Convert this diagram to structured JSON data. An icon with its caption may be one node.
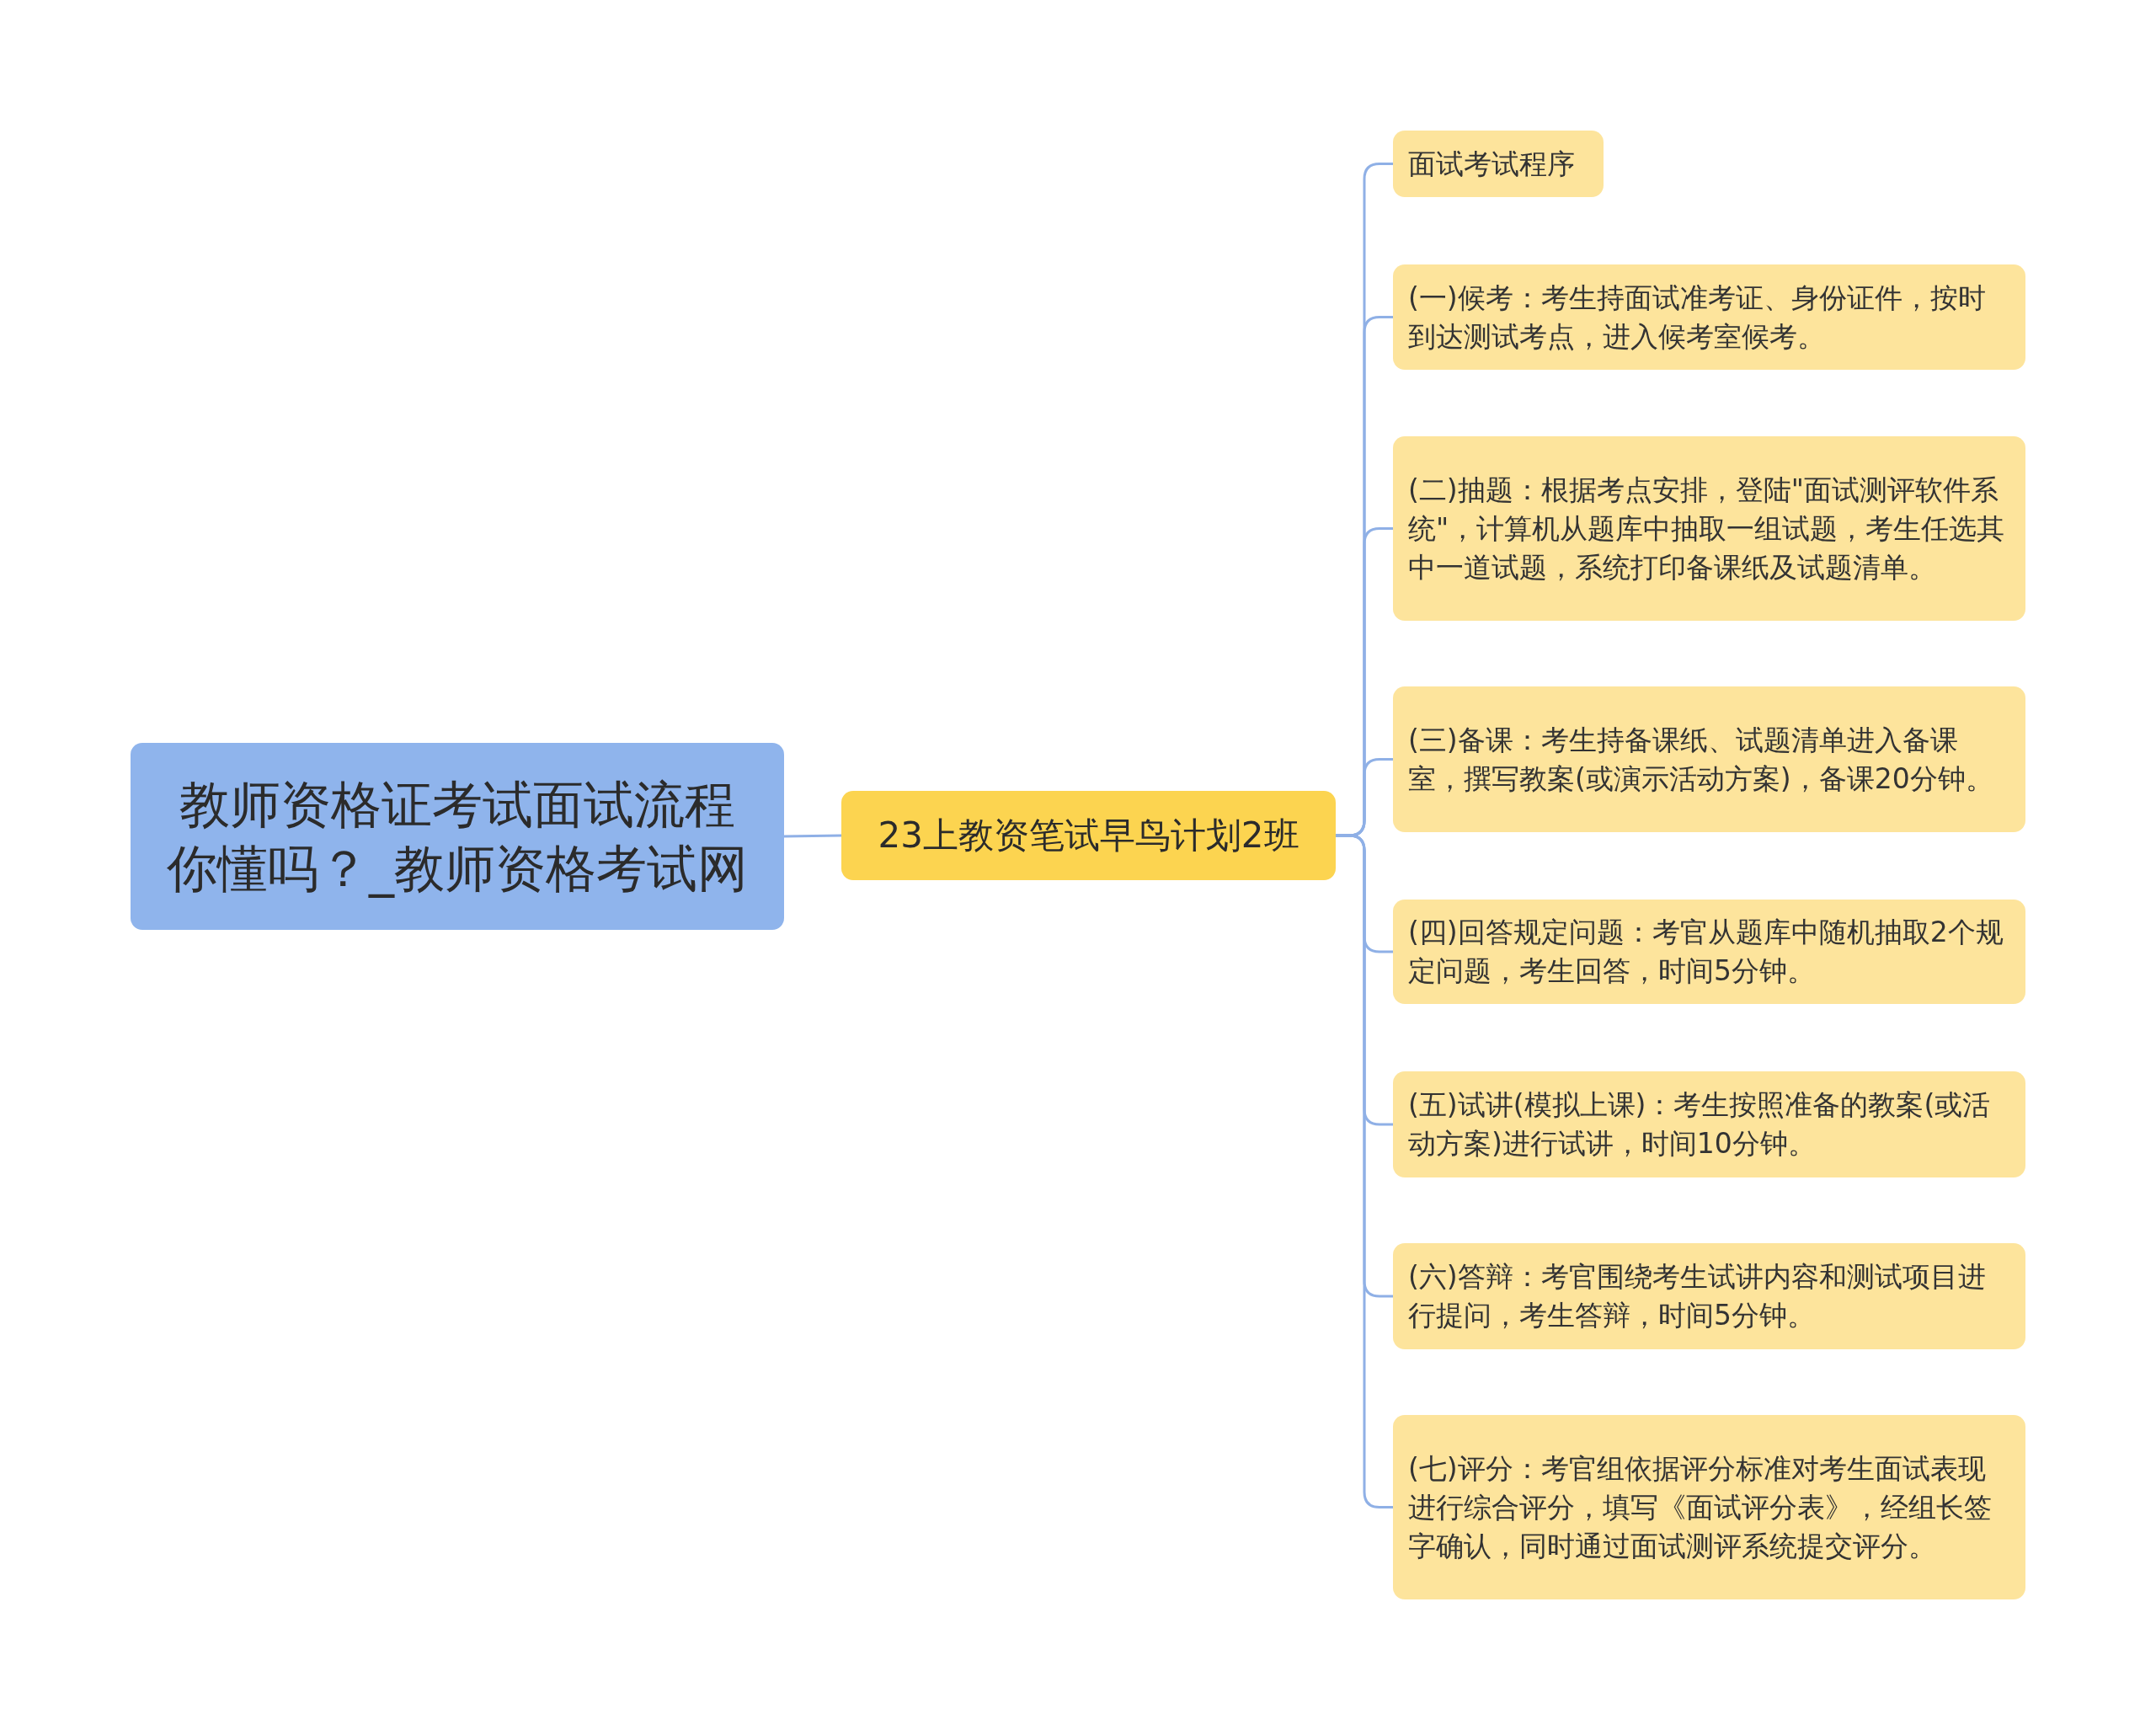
{
  "diagram": {
    "nodes": [
      {
        "text": [
          "教师资格证考试面试流程你懂吗？_教师资格考试网"
        ]
      },
      {
        "text": [
          "23上教资笔试早鸟计划2班"
        ]
      },
      {
        "text": [
          "面试考试程序"
        ]
      },
      {
        "text": [
          "(一)候考：考生持面试准考证、身份证件，按时到达测试考点，进入候考室候考。"
        ]
      },
      {
        "text": [
          "(二)抽题：根据考点安排，登陆\"面试测评软件系统\"，计算机从题库中抽取一组试题，考生任选其中一道试题，系统打印备课纸及试题清单。"
        ]
      },
      {
        "text": [
          "(三)备课：考生持备课纸、试题清单进入备课室，撰写教案(或演示活动方案)，备课20分钟。"
        ]
      },
      {
        "text": [
          "(四)回答规定问题：考官从题库中随机抽取2个规定问题，考生回答，时间5分钟。"
        ]
      },
      {
        "text": [
          "(五)试讲(模拟上课)：考生按照准备的教案(或活动方案)进行试讲，时间10分钟。"
        ]
      },
      {
        "text": [
          "(六)答辩：考官围绕考生试讲内容和测试项目进行提问，考生答辩，时间5分钟。"
        ]
      },
      {
        "text": [
          "(七)评分：考官组依据评分标准对考生面试表现进行综合评分，填写《面试评分表》，经组长签字确认，同时通过面试测评系统提交评分。"
        ]
      }
    ],
    "edges": [
      {
        "from": 0,
        "to": 1,
        "arrow": "none"
      },
      {
        "from": 1,
        "to": 2,
        "arrow": "none"
      },
      {
        "from": 1,
        "to": 3,
        "arrow": "none"
      },
      {
        "from": 1,
        "to": 4,
        "arrow": "none"
      },
      {
        "from": 1,
        "to": 5,
        "arrow": "none"
      },
      {
        "from": 1,
        "to": 6,
        "arrow": "none"
      },
      {
        "from": 1,
        "to": 7,
        "arrow": "none"
      },
      {
        "from": 1,
        "to": 8,
        "arrow": "none"
      },
      {
        "from": 1,
        "to": 9,
        "arrow": "none"
      }
    ]
  }
}
